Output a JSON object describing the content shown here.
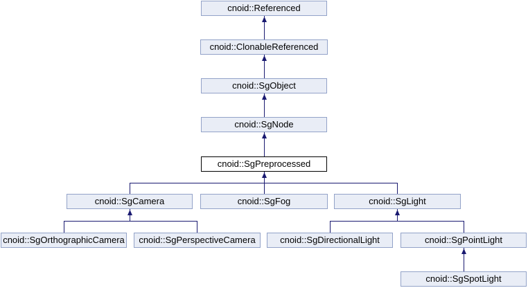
{
  "diagram_type": "class-inheritance-graph",
  "colors": {
    "background": "#ffffff",
    "node_fill": "#e9edf6",
    "node_border": "#92a2c8",
    "highlight_fill": "#ffffff",
    "highlight_border": "#000000",
    "edge": "#191970",
    "text": "#000000"
  },
  "nodes": [
    {
      "label": "cnoid::Referenced",
      "highlighted": false
    },
    {
      "label": "cnoid::ClonableReferenced",
      "highlighted": false
    },
    {
      "label": "cnoid::SgObject",
      "highlighted": false
    },
    {
      "label": "cnoid::SgNode",
      "highlighted": false
    },
    {
      "label": "cnoid::SgPreprocessed",
      "highlighted": true
    },
    {
      "label": "cnoid::SgCamera",
      "highlighted": false
    },
    {
      "label": "cnoid::SgFog",
      "highlighted": false
    },
    {
      "label": "cnoid::SgLight",
      "highlighted": false
    },
    {
      "label": "cnoid::SgOrthographicCamera",
      "highlighted": false
    },
    {
      "label": "cnoid::SgPerspectiveCamera",
      "highlighted": false
    },
    {
      "label": "cnoid::SgDirectionalLight",
      "highlighted": false
    },
    {
      "label": "cnoid::SgPointLight",
      "highlighted": false
    },
    {
      "label": "cnoid::SgSpotLight",
      "highlighted": false
    }
  ],
  "inheritance": [
    {
      "derived": "cnoid::ClonableReferenced",
      "base": "cnoid::Referenced"
    },
    {
      "derived": "cnoid::SgObject",
      "base": "cnoid::ClonableReferenced"
    },
    {
      "derived": "cnoid::SgNode",
      "base": "cnoid::SgObject"
    },
    {
      "derived": "cnoid::SgPreprocessed",
      "base": "cnoid::SgNode"
    },
    {
      "derived": "cnoid::SgCamera",
      "base": "cnoid::SgPreprocessed"
    },
    {
      "derived": "cnoid::SgFog",
      "base": "cnoid::SgPreprocessed"
    },
    {
      "derived": "cnoid::SgLight",
      "base": "cnoid::SgPreprocessed"
    },
    {
      "derived": "cnoid::SgOrthographicCamera",
      "base": "cnoid::SgCamera"
    },
    {
      "derived": "cnoid::SgPerspectiveCamera",
      "base": "cnoid::SgCamera"
    },
    {
      "derived": "cnoid::SgDirectionalLight",
      "base": "cnoid::SgLight"
    },
    {
      "derived": "cnoid::SgPointLight",
      "base": "cnoid::SgLight"
    },
    {
      "derived": "cnoid::SgSpotLight",
      "base": "cnoid::SgPointLight"
    }
  ]
}
